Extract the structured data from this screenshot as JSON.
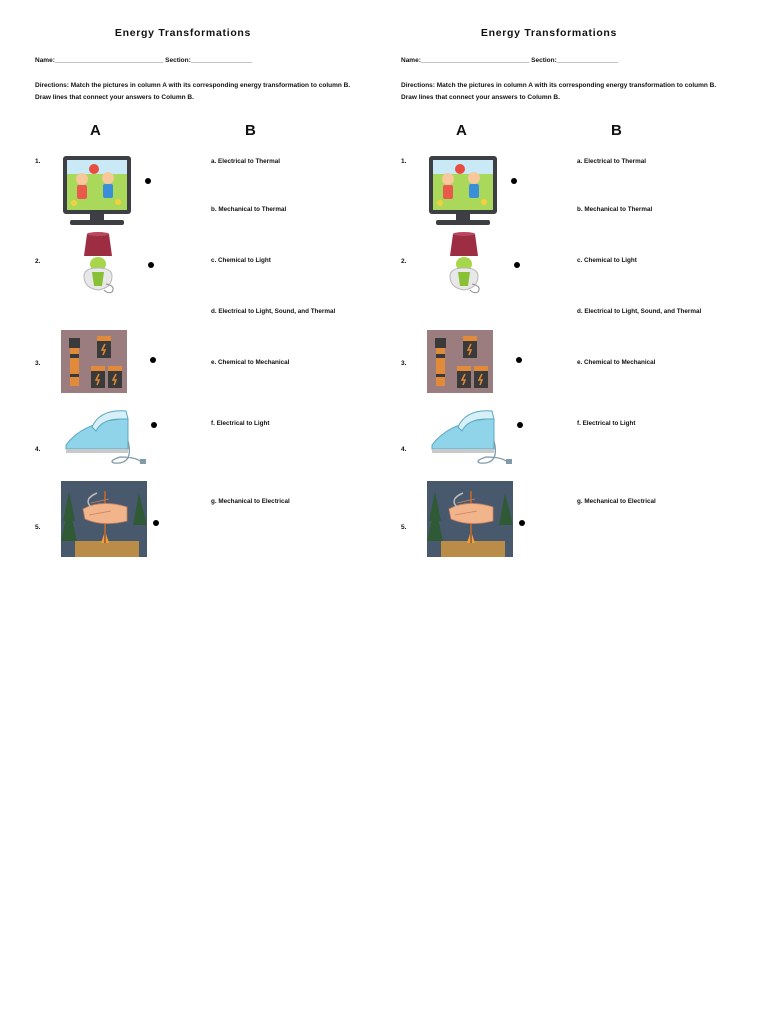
{
  "worksheet": {
    "title": "Energy Transformations",
    "fields": "Name:______________________________ Section:_________________",
    "directions": "Directions: Match the pictures in column A with its corresponding energy transformation to column B. Draw lines that connect your answers to Column B.",
    "column_a": "A",
    "column_b": "B",
    "numbers": [
      "1.",
      "2.",
      "3.",
      "4.",
      "5."
    ],
    "pictures": [
      "tv-icon",
      "lamp-icon",
      "flashlight-battery-icon",
      "iron-icon",
      "hands-rubbing-icon"
    ],
    "answers": [
      "a. Electrical to Thermal",
      "b. Mechanical to Thermal",
      "c. Chemical to Light",
      "d. Electrical to Light, Sound, and Thermal",
      "e. Chemical to Mechanical",
      "f. Electrical to Light",
      "g. Mechanical to Electrical"
    ]
  }
}
